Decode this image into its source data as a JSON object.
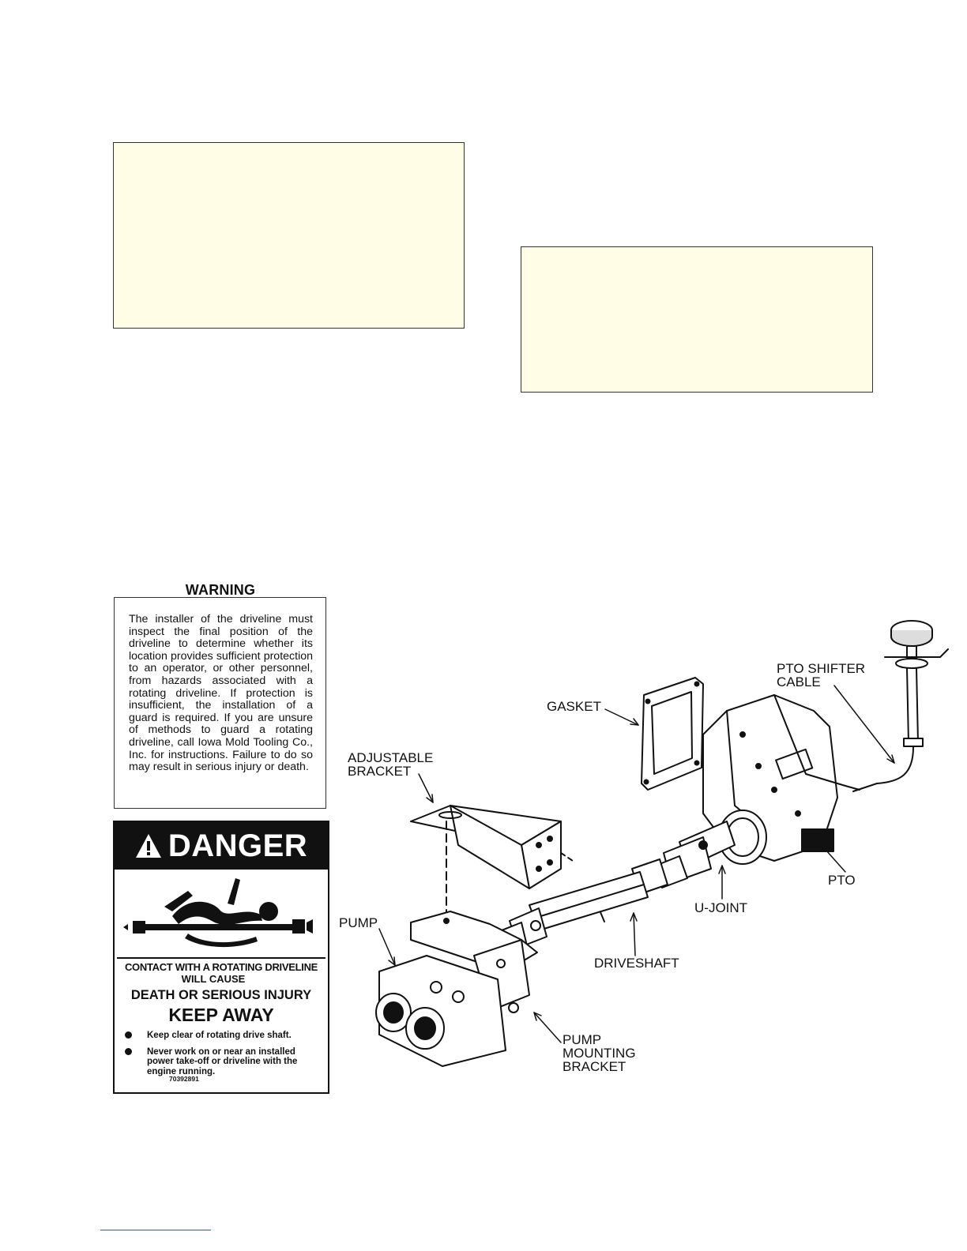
{
  "notes": {
    "left_box": "",
    "right_box": ""
  },
  "warning": {
    "title": "WARNING",
    "text": "The installer of the driveline must inspect the final position of the driveline to determine whether its location provides sufficient protection to an operator, or other personnel, from hazards associated with a rotating driveline. If protection is insufficient, the installation of a guard is required. If you are unsure of methods to guard a rotating driveline, call Iowa Mold Tooling Co., Inc. for instructions. Failure to do so may result in serious injury or death."
  },
  "danger": {
    "header": "DANGER",
    "contact": "CONTACT WITH A ROTATING DRIVELINE",
    "will_cause": "WILL CAUSE",
    "death": "DEATH OR SERIOUS INJURY",
    "keep_away": "KEEP AWAY",
    "bullets": [
      "Keep clear of rotating drive shaft.",
      "Never work on or near an installed power take-off or driveline with the engine running."
    ],
    "part_number": "70392891"
  },
  "diagram": {
    "labels": {
      "pto_shifter_cable_1": "PTO SHIFTER",
      "pto_shifter_cable_2": "CABLE",
      "gasket": "GASKET",
      "adjustable_bracket_1": "ADJUSTABLE",
      "adjustable_bracket_2": "BRACKET",
      "pump": "PUMP",
      "pto": "PTO",
      "u_joint": "U-JOINT",
      "driveshaft": "DRIVESHAFT",
      "pump_mounting_bracket_1": "PUMP",
      "pump_mounting_bracket_2": "MOUNTING",
      "pump_mounting_bracket_3": "BRACKET"
    }
  }
}
